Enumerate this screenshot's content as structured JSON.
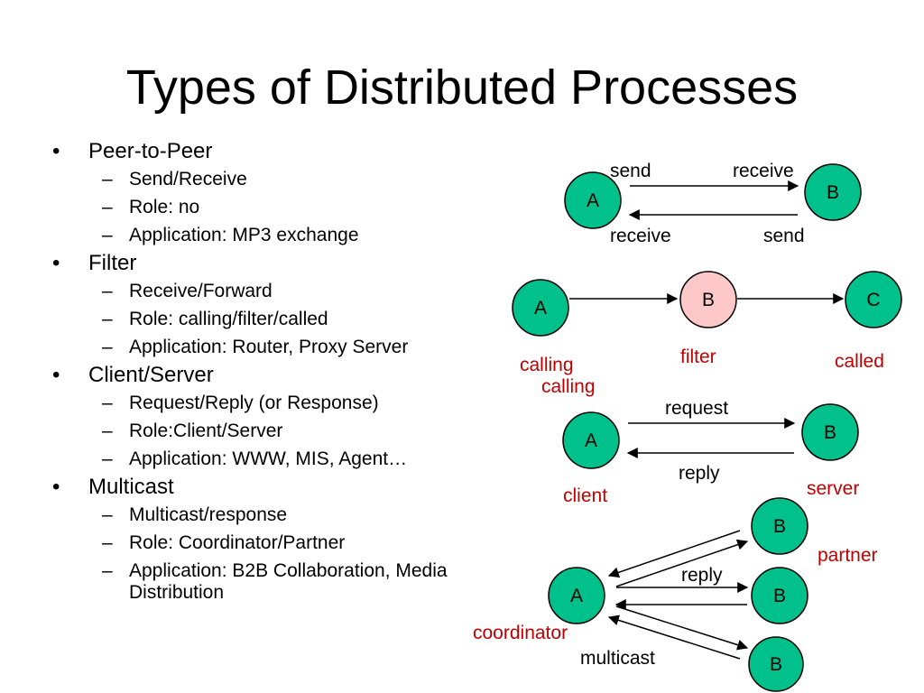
{
  "title": "Types of Distributed Processes",
  "bullet_marker": "•",
  "sub_marker": "–",
  "sections": [
    {
      "heading": "Peer-to-Peer",
      "items": [
        "Send/Receive",
        "Role: no",
        "Application: MP3 exchange"
      ]
    },
    {
      "heading": "Filter",
      "items": [
        "Receive/Forward",
        "Role: calling/filter/called",
        "Application: Router, Proxy Server"
      ]
    },
    {
      "heading": "Client/Server",
      "items": [
        "Request/Reply (or Response)",
        "Role:Client/Server",
        "Application: WWW, MIS, Agent…"
      ]
    },
    {
      "heading": "Multicast",
      "items": [
        "Multicast/response",
        "Role: Coordinator/Partner",
        "Application: B2B Collaboration, Media Distribution"
      ]
    }
  ],
  "colors": {
    "node_fill": "#00c08b",
    "filter_node_fill": "#ffc8c8",
    "role_label": "#c00000"
  },
  "diagrams": {
    "peer": {
      "node_a": "A",
      "node_b": "B",
      "send_a": "send",
      "receive_b": "receive",
      "receive_a": "receive",
      "send_b": "send"
    },
    "filter": {
      "node_a": "A",
      "node_b": "B",
      "node_c": "C",
      "role_a": "calling",
      "role_a_dup": "calling",
      "role_b": "filter",
      "role_c": "called"
    },
    "client_server": {
      "node_a": "A",
      "node_b": "B",
      "request": "request",
      "reply": "reply",
      "role_a": "client",
      "role_b": "server"
    },
    "multicast": {
      "node_a": "A",
      "node_b1": "B",
      "node_b2": "B",
      "node_b3": "B",
      "reply": "reply",
      "multicast": "multicast",
      "role_a": "coordinator",
      "role_b": "partner"
    }
  }
}
